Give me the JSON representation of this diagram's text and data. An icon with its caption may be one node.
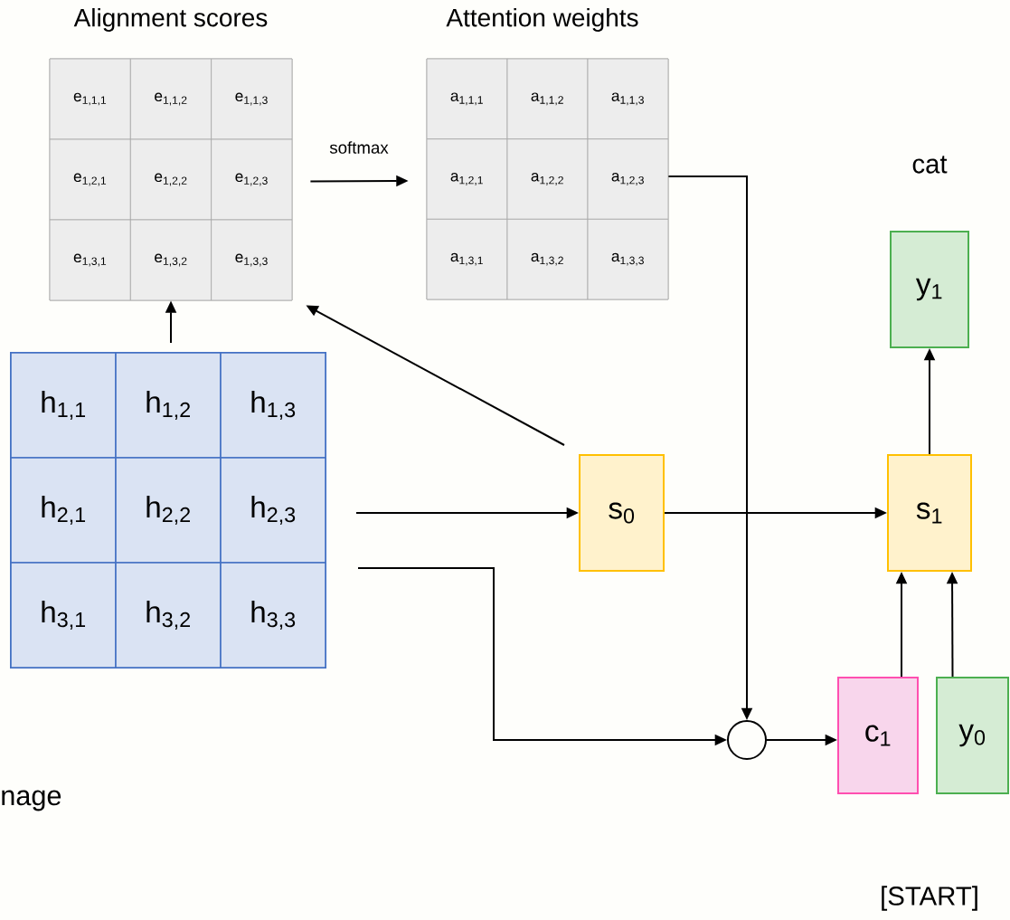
{
  "diagram": {
    "nodes": [
      {
        "text": [
          "Alignment scores"
        ]
      },
      {
        "text": [
          "e$_{1,1,1}$"
        ],
        "in": 0
      },
      {
        "text": [
          "e$_{1,1,2}$"
        ],
        "in": 0
      },
      {
        "text": [
          "e$_{1,1,3}$"
        ],
        "in": 0
      },
      {
        "text": [
          "e$_{1,2,1}$"
        ],
        "in": 0
      },
      {
        "text": [
          "e$_{1,2,2}$"
        ],
        "in": 0
      },
      {
        "text": [
          "e$_{1,2,3}$"
        ],
        "in": 0
      },
      {
        "text": [
          "e$_{1,3,1}$"
        ],
        "in": 0
      },
      {
        "text": [
          "e$_{1,3,2}$"
        ],
        "in": 0
      },
      {
        "text": [
          "e$_{1,3,3}$"
        ],
        "in": 0
      },
      {
        "text": [
          "Attention weights"
        ]
      },
      {
        "text": [
          "a$_{1,1,1}$"
        ],
        "in": 10
      },
      {
        "text": [
          "a$_{1,1,2}$"
        ],
        "in": 10
      },
      {
        "text": [
          "a$_{1,1,3}$"
        ],
        "in": 10
      },
      {
        "text": [
          "a$_{1,2,1}$"
        ],
        "in": 10
      },
      {
        "text": [
          "a$_{1,2,2}$"
        ],
        "in": 10
      },
      {
        "text": [
          "a$_{1,2,3}$"
        ],
        "in": 10
      },
      {
        "text": [
          "a$_{1,3,1}$"
        ],
        "in": 10
      },
      {
        "text": [
          "a$_{1,3,2}$"
        ],
        "in": 10
      },
      {
        "text": [
          "a$_{1,3,3}$"
        ],
        "in": 10
      },
      {
        "text": [],
        "shape": "box"
      },
      {
        "text": [
          "h$_{1,1}$"
        ],
        "in": 20
      },
      {
        "text": [
          "h$_{1,2}$"
        ],
        "in": 20
      },
      {
        "text": [
          "h$_{1,3}$"
        ],
        "in": 20
      },
      {
        "text": [
          "h$_{2,1}$"
        ],
        "in": 20
      },
      {
        "text": [
          "h$_{2,2}$"
        ],
        "in": 20
      },
      {
        "text": [
          "h$_{2,3}$"
        ],
        "in": 20
      },
      {
        "text": [
          "h$_{3,1}$"
        ],
        "in": 20
      },
      {
        "text": [
          "h$_{3,2}$"
        ],
        "in": 20
      },
      {
        "text": [
          "h$_{3,3}$"
        ],
        "in": 20
      },
      {
        "text": [
          "s$_{0}$"
        ]
      },
      {
        "text": [
          "s$_{1}$"
        ]
      },
      {
        "text": [
          "y$_{1}$"
        ],
        "beside": [
          "cat"
        ]
      },
      {
        "text": [],
        "shape": "circle"
      },
      {
        "text": [
          "c$_{1}$"
        ]
      },
      {
        "text": [
          "y$_{0}$"
        ],
        "beside": [
          "[START]"
        ]
      }
    ],
    "edges": [
      {
        "from": 20,
        "to": 0,
        "arrow": "to"
      },
      {
        "from": 0,
        "to": 10,
        "arrow": "to",
        "label": "softmax"
      },
      {
        "from": 30,
        "to": 0,
        "arrow": "to"
      },
      {
        "from": 20,
        "to": 30,
        "arrow": "to"
      },
      {
        "from": 30,
        "to": 31,
        "arrow": "to"
      },
      {
        "from": 10,
        "to": 33,
        "arrow": "to"
      },
      {
        "from": 20,
        "to": 33,
        "arrow": "to"
      },
      {
        "from": 33,
        "to": 34,
        "arrow": "to"
      },
      {
        "from": 34,
        "to": 31,
        "arrow": "to"
      },
      {
        "from": 35,
        "to": 31,
        "arrow": "to"
      },
      {
        "from": 31,
        "to": 32,
        "arrow": "to"
      }
    ],
    "labels": [
      "nage"
    ]
  }
}
